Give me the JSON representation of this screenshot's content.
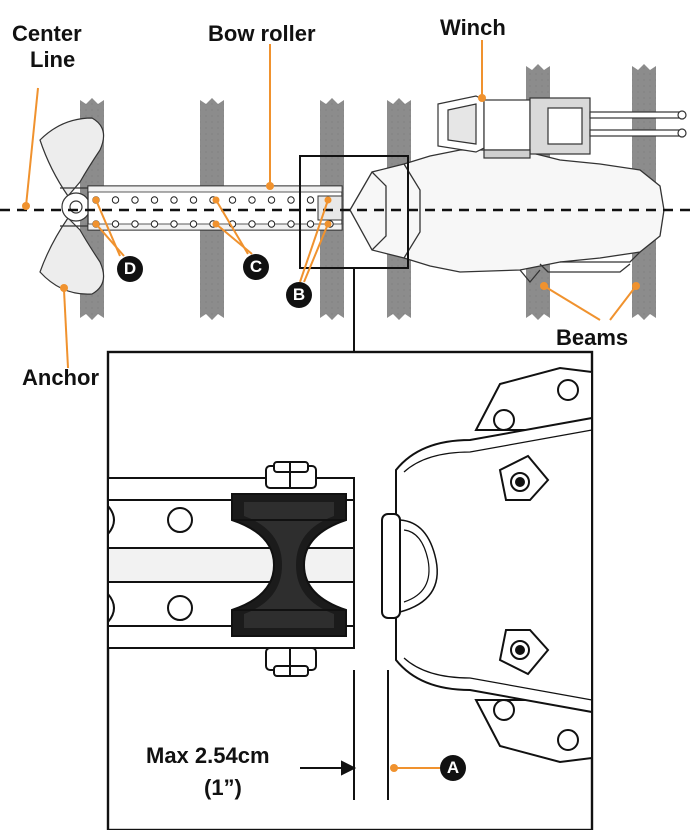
{
  "labels": {
    "center_line_1": "Center",
    "center_line_2": "Line",
    "bow_roller": "Bow roller",
    "winch": "Winch",
    "anchor": "Anchor",
    "beams": "Beams",
    "max_gap_1": "Max 2.54cm",
    "max_gap_2": "(1”)"
  },
  "badges": {
    "a": "A",
    "b": "B",
    "c": "C",
    "d": "D"
  },
  "colors": {
    "leader": "#f0922e",
    "beam": "#8c8c8c",
    "outline": "#111111",
    "badge": "#111111"
  }
}
